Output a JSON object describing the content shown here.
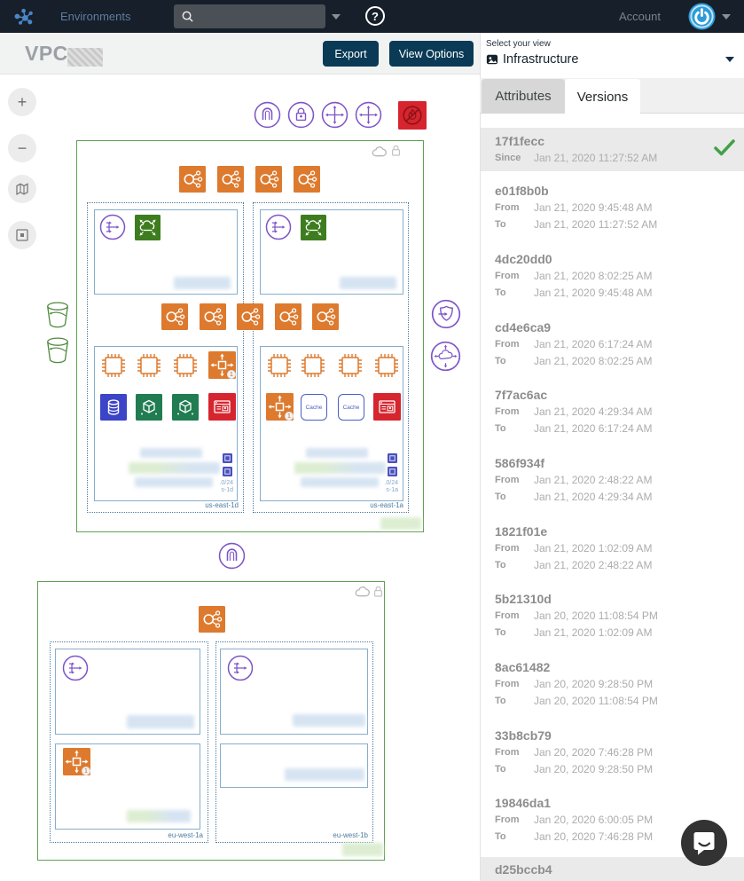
{
  "navbar": {
    "environments": "Environments",
    "account": "Account"
  },
  "header": {
    "title": "VPC",
    "export": "Export",
    "view_options": "View Options",
    "select_view": "Select your view",
    "view_value": "Infrastructure"
  },
  "help": "?",
  "controls": {
    "zoom_in": "+",
    "zoom_out": "−"
  },
  "panel": {
    "tab_attributes": "Attributes",
    "tab_versions": "Versions",
    "since_label": "Since",
    "from_label": "From",
    "to_label": "To",
    "current": {
      "id": "17f1fecc",
      "date": "Jan 21, 2020 11:27:52 AM"
    },
    "items": [
      {
        "id": "e01f8b0b",
        "from": "Jan 21, 2020 9:45:48 AM",
        "to": "Jan 21, 2020 11:27:52 AM"
      },
      {
        "id": "4dc20dd0",
        "from": "Jan 21, 2020 8:02:25 AM",
        "to": "Jan 21, 2020 9:45:48 AM"
      },
      {
        "id": "cd4e6ca9",
        "from": "Jan 21, 2020 6:17:24 AM",
        "to": "Jan 21, 2020 8:02:25 AM"
      },
      {
        "id": "7f7ac6ac",
        "from": "Jan 21, 2020 4:29:34 AM",
        "to": "Jan 21, 2020 6:17:24 AM"
      },
      {
        "id": "586f934f",
        "from": "Jan 21, 2020 2:48:22 AM",
        "to": "Jan 21, 2020 4:29:34 AM"
      },
      {
        "id": "1821f01e",
        "from": "Jan 21, 2020 1:02:09 AM",
        "to": "Jan 21, 2020 2:48:22 AM"
      },
      {
        "id": "5b21310d",
        "from": "Jan 20, 2020 11:08:54 PM",
        "to": "Jan 21, 2020 1:02:09 AM"
      },
      {
        "id": "8ac61482",
        "from": "Jan 20, 2020 9:28:50 PM",
        "to": "Jan 20, 2020 11:08:54 PM"
      },
      {
        "id": "33b8cb79",
        "from": "Jan 20, 2020 7:46:28 PM",
        "to": "Jan 20, 2020 9:28:50 PM"
      },
      {
        "id": "19846da1",
        "from": "Jan 20, 2020 6:00:05 PM",
        "to": "Jan 20, 2020 7:46:28 PM"
      }
    ],
    "partial": {
      "id": "d25bccb4"
    }
  },
  "diagram": {
    "top_vpc": {
      "az_left": "us-east-1d",
      "az_right": "us-east-1a",
      "cidr": ".0/24",
      "suffix_left": "s-1d",
      "suffix_right": "s-1a"
    },
    "bottom_vpc": {
      "az_left": "eu-west-1a",
      "az_right": "eu-west-1b"
    },
    "cache": "Cache",
    "badge": "1"
  },
  "colors": {
    "navy": "#0a3a55",
    "orange": "#dd7a2e",
    "purple": "#7d55c7",
    "vpc_green": "#5fa052",
    "icon_green": "#3e7d1f",
    "red": "#d6252e",
    "teal": "#217c52",
    "db_blue": "#3c44c8",
    "check_green": "#43a047"
  }
}
